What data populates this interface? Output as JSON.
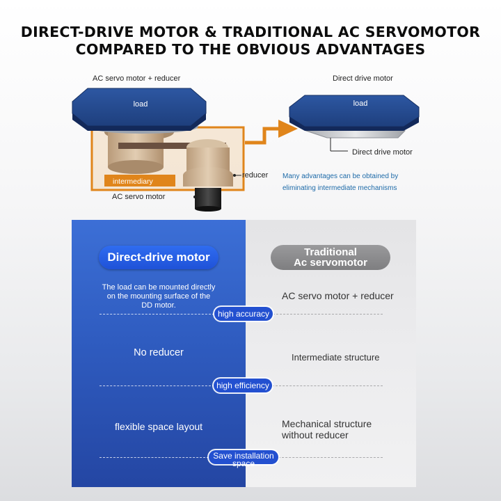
{
  "title": {
    "line1": "DIRECT-DRIVE MOTOR & TRADITIONAL AC SERVOMOTOR",
    "line2": "COMPARED TO THE OBVIOUS ADVANTAGES"
  },
  "diagram": {
    "left_caption": "AC servo motor + reducer",
    "right_caption": "Direct drive motor",
    "load_label_left": "load",
    "load_label_right": "load",
    "intermediary_label": "intermediary",
    "reducer_label": "reducer",
    "ac_motor_label": "AC servo motor",
    "dd_motor_label": "Direct drive motor",
    "advantages_line1": "Many advantages can be obtained by",
    "advantages_line2": "eliminating intermediate mechanisms",
    "colors": {
      "load": "#1e3f7d",
      "frame": "#e0851b",
      "mechanism": "#c9ad8d"
    }
  },
  "comparison": {
    "left_header": "Direct-drive motor",
    "right_header_line1": "Traditional",
    "right_header_line2": "Ac servomotor",
    "rows": [
      {
        "left_lines": [
          "The load can be mounted directly",
          "on the mounting surface of the",
          "DD motor."
        ],
        "right_lines": [
          "AC servo motor + reducer"
        ],
        "tag_lines": [
          "high accuracy"
        ]
      },
      {
        "left_lines": [
          "No reducer"
        ],
        "right_lines": [
          "Intermediate structure"
        ],
        "tag_lines": [
          "high efficiency"
        ]
      },
      {
        "left_lines": [
          "flexible space layout"
        ],
        "right_lines": [
          "Mechanical structure",
          "without reducer"
        ],
        "tag_lines": [
          "Save installation",
          "space"
        ]
      }
    ],
    "colors": {
      "left_panel": "#2f5cc0",
      "right_panel": "#ececee",
      "tag": "#2350d0"
    }
  }
}
